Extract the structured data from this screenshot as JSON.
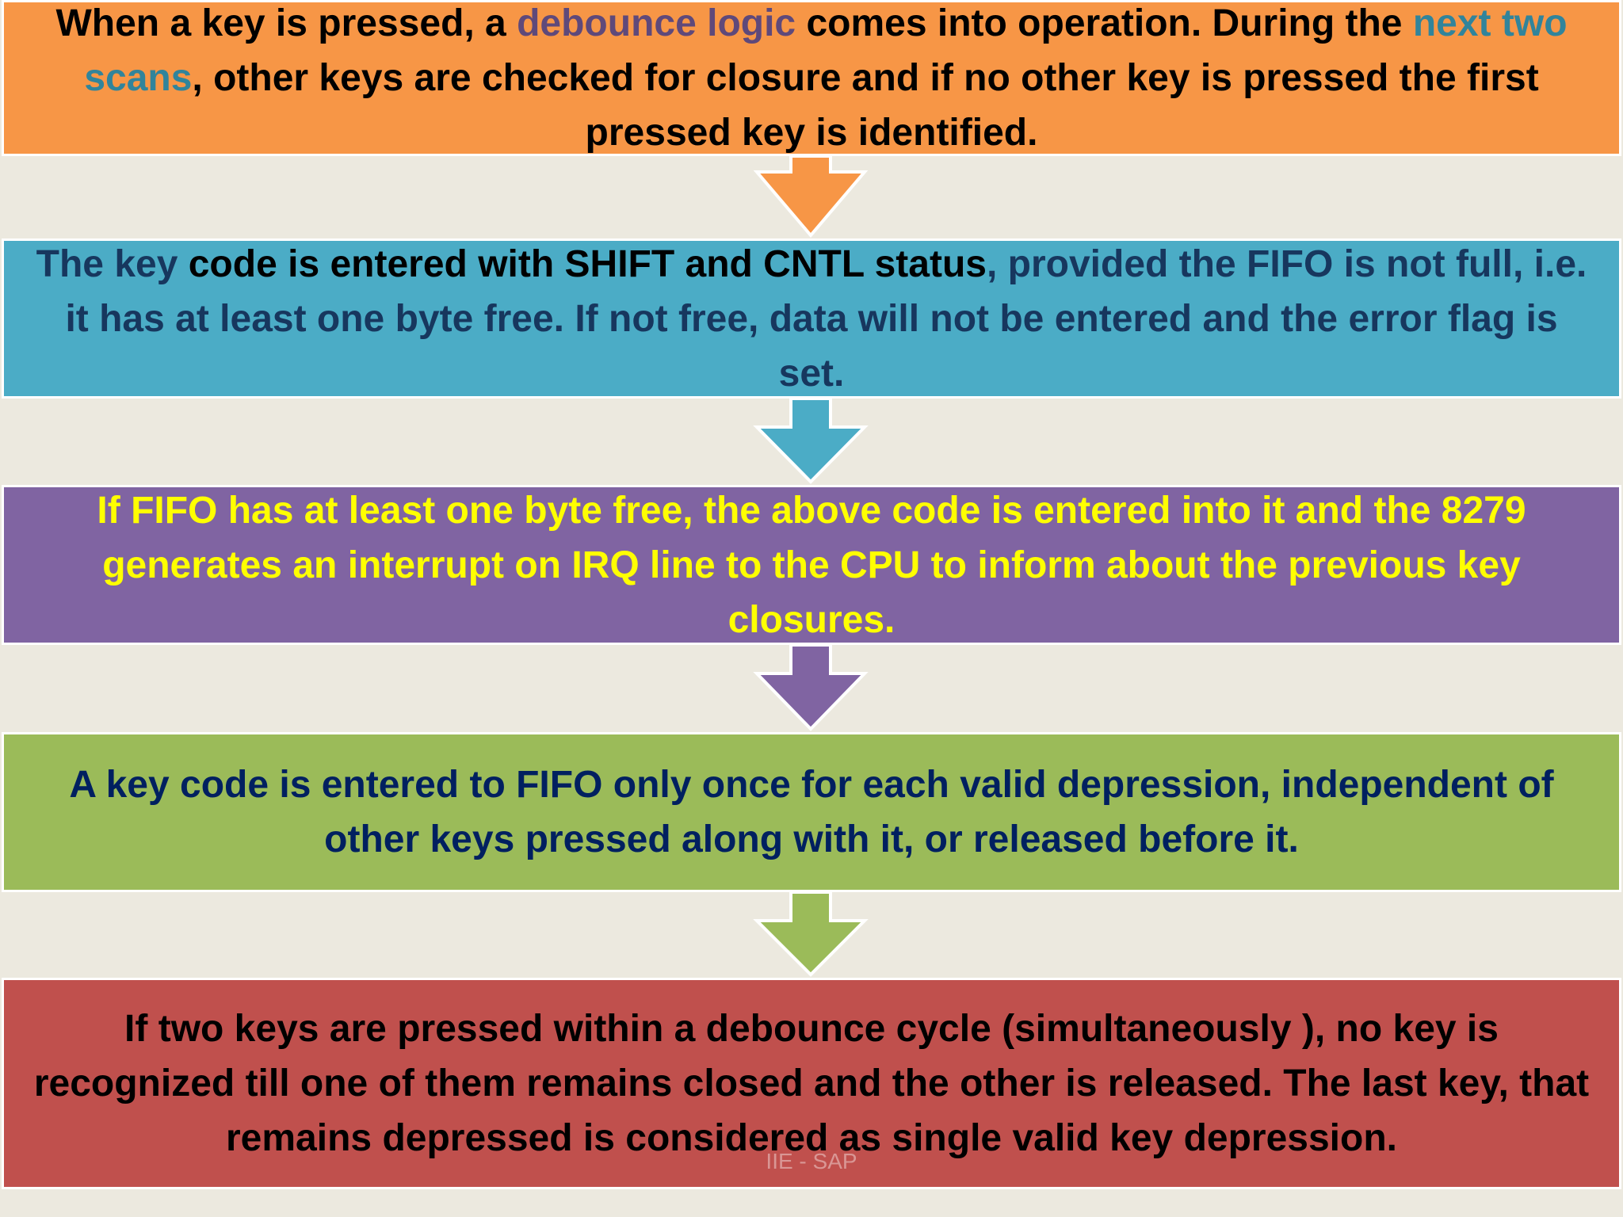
{
  "boxes": [
    {
      "parts": [
        "When a key is pressed, a ",
        "debounce logic",
        " comes into operation.  During the ",
        "next two scans",
        ", other keys are checked for closure and if no other key is pressed the first pressed key is identified."
      ],
      "fill": "#f79646"
    },
    {
      "parts": [
        "The key ",
        "code is entered  with SHIFT and CNTL status",
        ", provided the FIFO is not full, i.e. it has at least one byte free. If not free, data will not be entered and the error flag is set."
      ],
      "fill": "#4bacc6"
    },
    {
      "parts": [
        " If FIFO has at least one byte free, the above code is entered into it and the 8279 generates an interrupt on IRQ line to the CPU to inform about the previous key closures."
      ],
      "fill": "#8064a2"
    },
    {
      "parts": [
        "A key code is entered to FIFO only once for each valid depression, independent of other keys pressed along with it, or released before it."
      ],
      "fill": "#9bbb59"
    },
    {
      "parts": [
        "If two keys are pressed within a debounce cycle (simultaneously ), no key is recognized till one of them remains closed and the other is released. The last key, that remains depressed is considered as single valid key depression."
      ],
      "fill": "#c0504d"
    }
  ],
  "footer": "IIE - SAP",
  "arrow_colors": [
    "#f79646",
    "#4bacc6",
    "#8064a2",
    "#9bbb59"
  ]
}
